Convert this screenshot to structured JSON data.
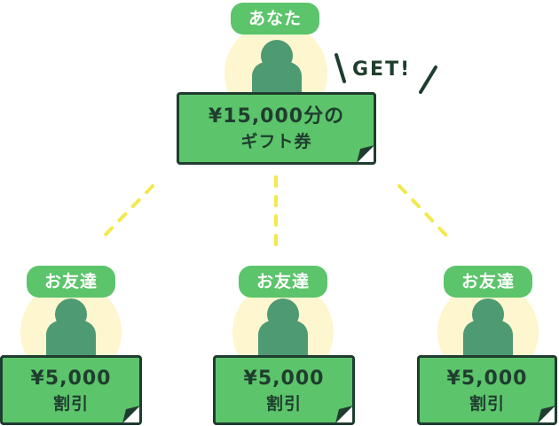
{
  "colors": {
    "green": "#5cc46b",
    "dark_green": "#1f3d2e",
    "person": "#4e9a73",
    "halo": "#fdf6cf",
    "connector": "#f1e94f"
  },
  "top": {
    "label": "あなた",
    "reward_line1": "¥15,000分の",
    "reward_line2": "ギフト券",
    "badge": "GET!",
    "icon": "person-icon"
  },
  "friends": [
    {
      "label": "お友達",
      "reward_line1": "¥5,000",
      "reward_line2": "割引",
      "icon": "person-icon"
    },
    {
      "label": "お友達",
      "reward_line1": "¥5,000",
      "reward_line2": "割引",
      "icon": "person-icon"
    },
    {
      "label": "お友達",
      "reward_line1": "¥5,000",
      "reward_line2": "割引",
      "icon": "person-icon"
    }
  ]
}
